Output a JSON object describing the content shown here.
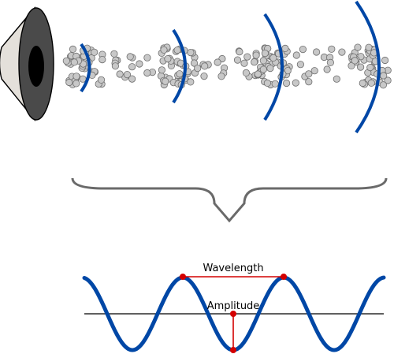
{
  "labels": {
    "wavelength": "Wavelength",
    "amplitude": "Amplitude"
  },
  "colors": {
    "wave": "#0047a6",
    "marker": "#d40000",
    "axis": "#000000",
    "particle_fill": "#c8c8c8",
    "particle_stroke": "#6e6e6e",
    "speaker_dark": "#4a4a4a",
    "speaker_light": "#e4e0da",
    "brace": "#6a6a6a"
  },
  "icons": {
    "source": "speaker-icon",
    "particles": "air-particles"
  }
}
